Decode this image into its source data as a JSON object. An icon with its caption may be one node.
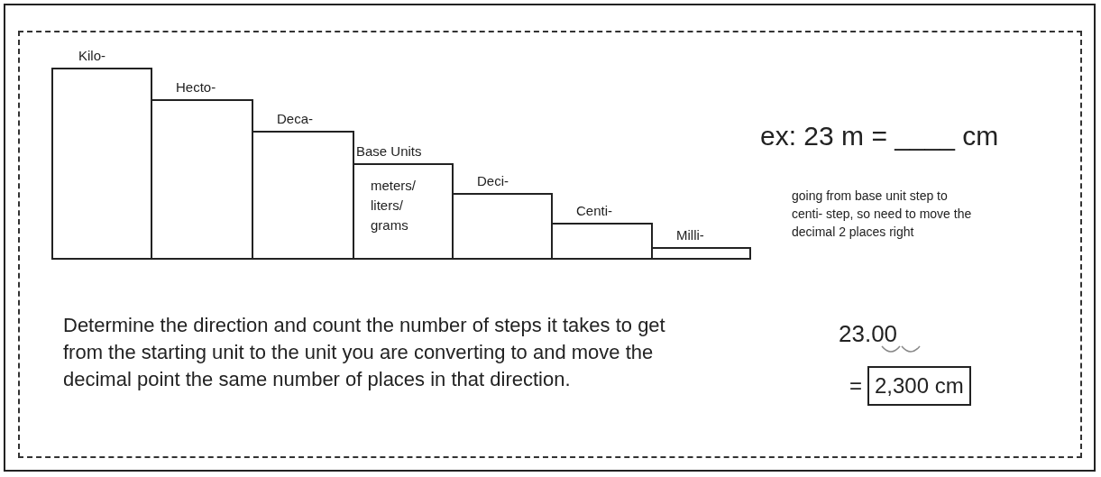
{
  "diagram": {
    "nodes": [
      {
        "text": [
          "Kilo-"
        ]
      },
      {
        "text": [
          "Hecto-"
        ]
      },
      {
        "text": [
          "Deca-"
        ]
      },
      {
        "text": [
          "Base Units",
          "meters/ liters/ grams"
        ]
      },
      {
        "text": [
          "Deci-"
        ]
      },
      {
        "text": [
          "Centi-"
        ]
      },
      {
        "text": [
          "Milli-"
        ]
      },
      {
        "text": [
          "2,300 cm"
        ]
      }
    ],
    "edges": [],
    "labels": [
      "ex: 23 m = ____ cm",
      "going from base unit step to centi- step, so need to move the decimal 2 places right",
      "23.00",
      "=",
      "Determine the direction and count the number of steps it takes to get from the starting unit to the unit you are converting to and move the decimal point the same number of places in that direction."
    ]
  }
}
